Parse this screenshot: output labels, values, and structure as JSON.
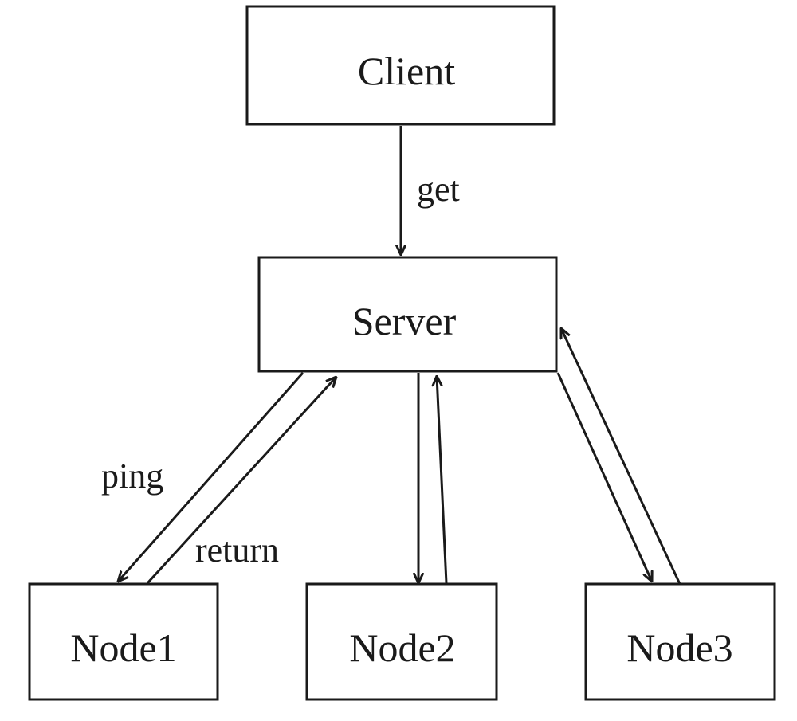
{
  "nodes": {
    "client": "Client",
    "server": "Server",
    "node1": "Node1",
    "node2": "Node2",
    "node3": "Node3"
  },
  "edge_labels": {
    "get": "get",
    "ping": "ping",
    "return": "return"
  },
  "colors": {
    "stroke": "#1a1a1a",
    "background": "#ffffff"
  }
}
